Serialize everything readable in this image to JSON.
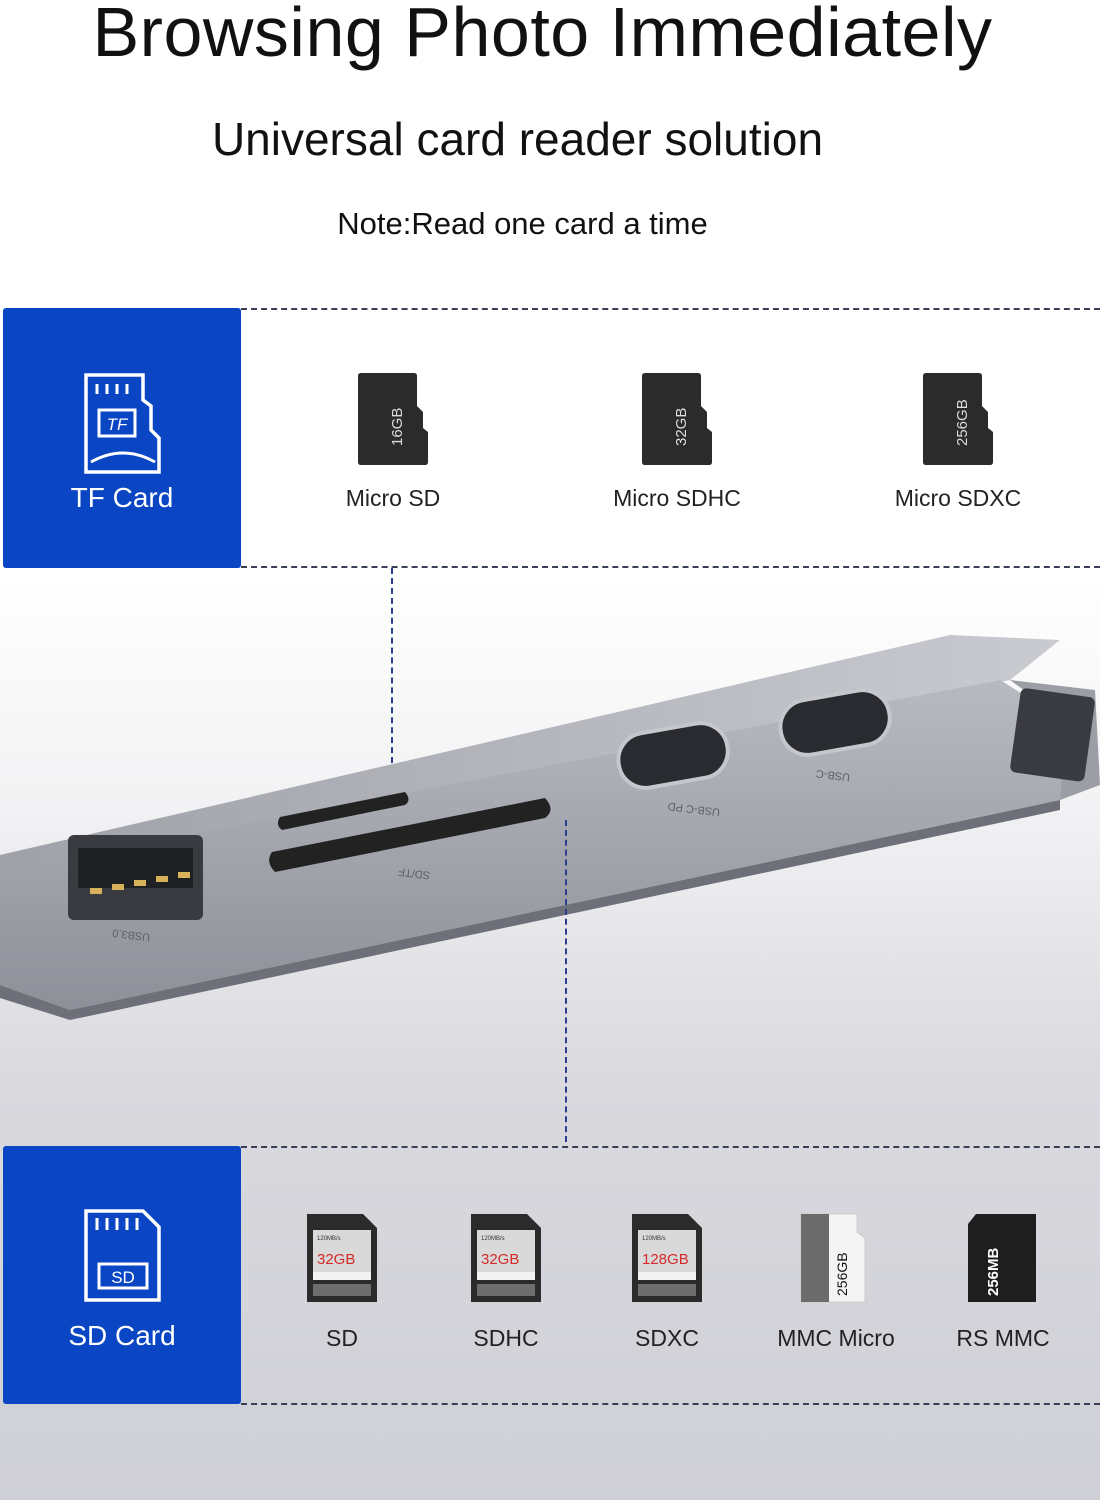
{
  "header": {
    "title": "Browsing Photo Immediately",
    "subtitle": "Universal card reader solution",
    "note": "Note:Read one card a time"
  },
  "tf_section": {
    "label": "TF Card",
    "icon_text": "TF",
    "items": [
      {
        "label": "Micro SD",
        "capacity": "16GB"
      },
      {
        "label": "Micro SDHC",
        "capacity": "32GB"
      },
      {
        "label": "Micro SDXC",
        "capacity": "256GB"
      }
    ]
  },
  "sd_section": {
    "label": "SD Card",
    "icon_text": "SD",
    "items": [
      {
        "label": "SD",
        "capacity": "32GB",
        "speed": "120MB/s"
      },
      {
        "label": "SDHC",
        "capacity": "32GB",
        "speed": "120MB/s"
      },
      {
        "label": "SDXC",
        "capacity": "128GB",
        "speed": "120MB/s"
      },
      {
        "label": "MMC Micro",
        "capacity": "256GB"
      },
      {
        "label": "RS MMC",
        "capacity": "256MB"
      }
    ]
  },
  "device": {
    "ports": [
      "USB3.0",
      "SD/TF",
      "USB-C PD",
      "USB-C"
    ]
  },
  "colors": {
    "panel_blue": "#0a46c4",
    "card_black": "#2b2b2b",
    "capacity_red": "#d42a2a",
    "hub_gray": "#a9abb3"
  }
}
